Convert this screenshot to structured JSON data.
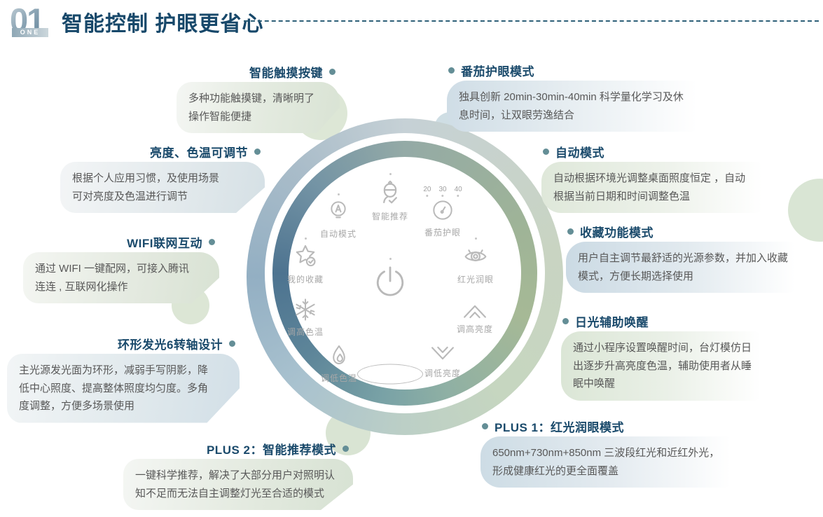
{
  "header": {
    "number": "01",
    "number_sub": "ONE",
    "title": "智能控制 护眼更省心"
  },
  "features_left": [
    {
      "title": "智能触摸按键",
      "desc": "多种功能触摸键，清晰明了\n操作智能便捷"
    },
    {
      "title": "亮度、色温可调节",
      "desc": "根据个人应用习惯，及使用场景\n可对亮度及色温进行调节"
    },
    {
      "title": "WIFI联网互动",
      "desc": "通过 WIFI 一键配网，可接入腾讯\n连连 , 互联网化操作"
    },
    {
      "title": "环形发光6转轴设计",
      "desc": "主光源发光面为环形，减弱手写阴影，降\n低中心照度、提高整体照度均匀度。多角\n度调整，方便多场景使用"
    },
    {
      "title": "PLUS 2：智能推荐模式",
      "desc": "一键科学推荐，解决了大部分用户对照明认\n知不足而无法自主调整灯光至合适的模式"
    }
  ],
  "features_right": [
    {
      "title": "番茄护眼模式",
      "desc": "独具创新 20min-30min-40min 科学量化学习及休\n息时间，让双眼劳逸结合"
    },
    {
      "title": "自动模式",
      "desc": "自动根据环境光调整桌面照度恒定 ，自动\n根据当前日期和时间调整色温"
    },
    {
      "title": "收藏功能模式",
      "desc": "用户自主调节最舒适的光源参数，并加入收藏\n模式，方便长期选择使用"
    },
    {
      "title": "日光辅助唤醒",
      "desc": "通过小程序设置唤醒时间，台灯模仿日\n出逐步升高亮度色温，辅助使用者从睡\n眠中唤醒"
    },
    {
      "title": "PLUS 1：红光润眼模式",
      "desc": "650nm+730nm+850nm 三波段红光和近红外光，\n形成健康红光的更全面覆盖"
    }
  ],
  "panel": {
    "modes": [
      {
        "label": "自动模式",
        "icon": "bulb-a-icon"
      },
      {
        "label": "智能推荐",
        "icon": "robot-icon"
      },
      {
        "label": "番茄护眼",
        "icon": "clock-icon",
        "ticks": [
          "20",
          "30",
          "40"
        ]
      },
      {
        "label": "我的收藏",
        "icon": "star-check-icon"
      },
      {
        "label": "红光润眼",
        "icon": "eye-icon"
      },
      {
        "label": "调高色温",
        "icon": "snowflake-icon"
      },
      {
        "label": "调高亮度",
        "icon": "chevron-up-icon"
      },
      {
        "label": "调低色温",
        "icon": "flame-icon"
      },
      {
        "label": "调低亮度",
        "icon": "chevron-down-icon"
      }
    ],
    "power": {
      "icon": "power-icon"
    },
    "slider": {
      "icon": "slider-pill"
    }
  },
  "colors": {
    "title_navy": "#1a4a6b",
    "bullet_teal": "#648e96",
    "ring_blue": "#4d7390",
    "ring_green": "#a3b793",
    "icon_gray": "#b9b9b9",
    "desc_gray": "#585858"
  }
}
